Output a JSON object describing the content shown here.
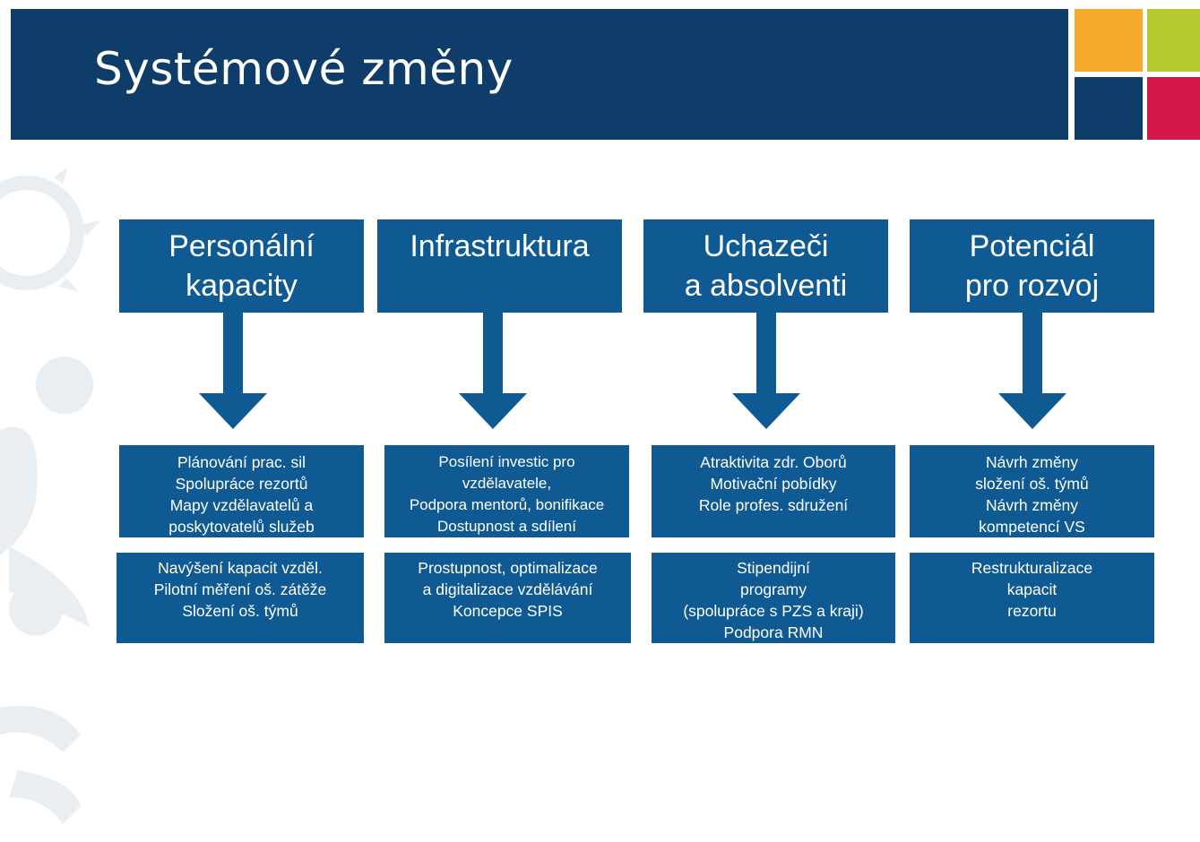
{
  "slide": {
    "title": "Systémové změny",
    "accent_colors": {
      "header_bg": "#0f3d69",
      "box_bg": "#0f5a93",
      "tile_orange": "#f6aa2b",
      "tile_green": "#b6c92f",
      "tile_navy": "#0f3d69",
      "tile_red": "#d41748"
    }
  },
  "columns": [
    {
      "heading": "Personální\nkapacity",
      "box_top": "Plánování prac. sil\nSpolupráce rezortů\nMapy vzdělavatelů a\nposkytovatelů služeb",
      "box_bottom": "Navýšení kapacit vzděl.\nPilotní měření oš. zátěže\nSložení oš. týmů"
    },
    {
      "heading": "Infrastruktura",
      "box_top": "Posílení investic pro\nvzdělavatele,\nPodpora mentorů, bonifikace\nDostupnost a sdílení",
      "box_bottom": "Prostupnost, optimalizace\na digitalizace vzdělávání\nKoncepce SPIS"
    },
    {
      "heading": "Uchazeči\na absolventi",
      "box_top": "Atraktivita zdr. Oborů\nMotivační pobídky\nRole profes. sdružení",
      "box_bottom": "Stipendijní\nprogramy\n(spolupráce s PZS a kraji)\nPodpora RMN"
    },
    {
      "heading": "Potenciál\npro rozvoj",
      "box_top": "Návrh změny\nsložení oš. týmů\nNávrh změny\nkompetencí VS",
      "box_bottom": "Restrukturalizace\nkapacit\nrezortu"
    }
  ]
}
